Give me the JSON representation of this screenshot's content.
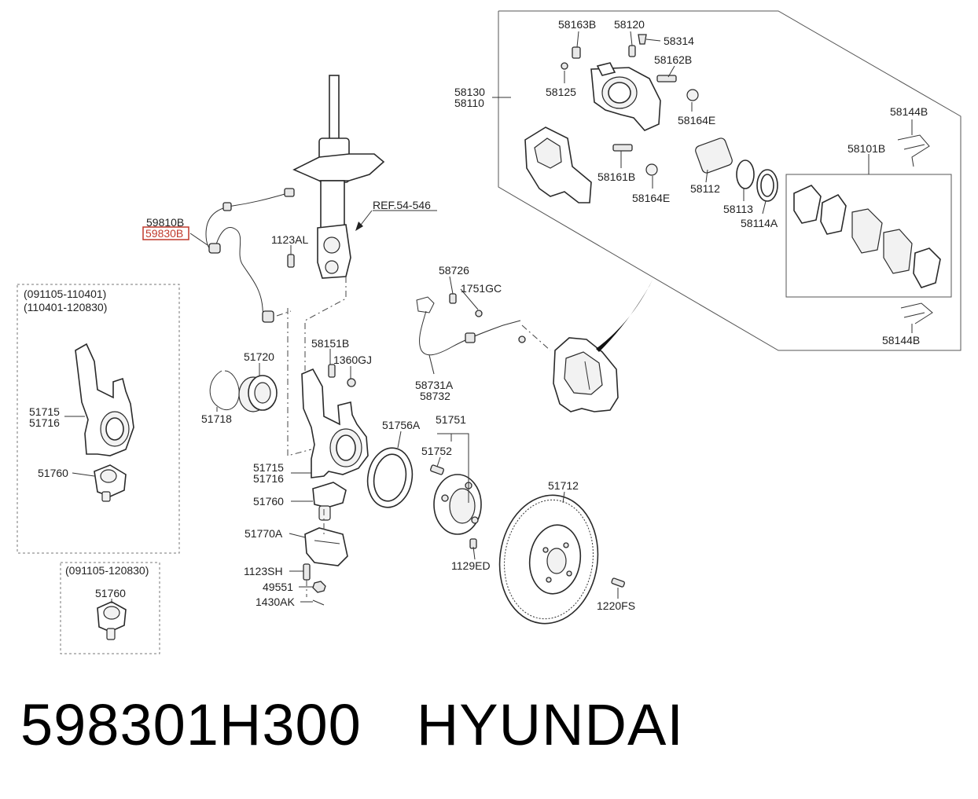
{
  "caption": {
    "part_number": "598301H300",
    "brand": "HYUNDAI"
  },
  "highlight_color": "#c0392b",
  "labels": {
    "l58163B": "58163B",
    "l58120": "58120",
    "l58314": "58314",
    "l58162B": "58162B",
    "l58130": "58130",
    "l58110": "58110",
    "l58125": "58125",
    "l58164E_a": "58164E",
    "l58144B_a": "58144B",
    "l58101B": "58101B",
    "l58161B": "58161B",
    "l58164E_b": "58164E",
    "l58112": "58112",
    "l58113": "58113",
    "l58114A": "58114A",
    "l58144B_b": "58144B",
    "l59810B": "59810B",
    "l59830B": "59830B",
    "l1123AL": "1123AL",
    "lRef": "REF.54-546",
    "l58726": "58726",
    "l1751GC": "1751GC",
    "l58731A": "58731A",
    "l58732": "58732",
    "l58151B": "58151B",
    "l1360GJ": "1360GJ",
    "l51720": "51720",
    "l51718": "51718",
    "l51715_c": "51715",
    "l51716_c": "51716",
    "l51760_c": "51760",
    "l51770A": "51770A",
    "l1123SH": "1123SH",
    "l49551": "49551",
    "l1430AK": "1430AK",
    "l51756A": "51756A",
    "l51751": "51751",
    "l51752": "51752",
    "l1129ED": "1129ED",
    "l51712": "51712",
    "l1220FS": "1220FS",
    "lRange1": "(091105-110401)",
    "lRange2": "(110401-120830)",
    "l51715_l": "51715",
    "l51716_l": "51716",
    "l51760_l": "51760",
    "lRange3": "(091105-120830)",
    "l51760_b": "51760"
  }
}
